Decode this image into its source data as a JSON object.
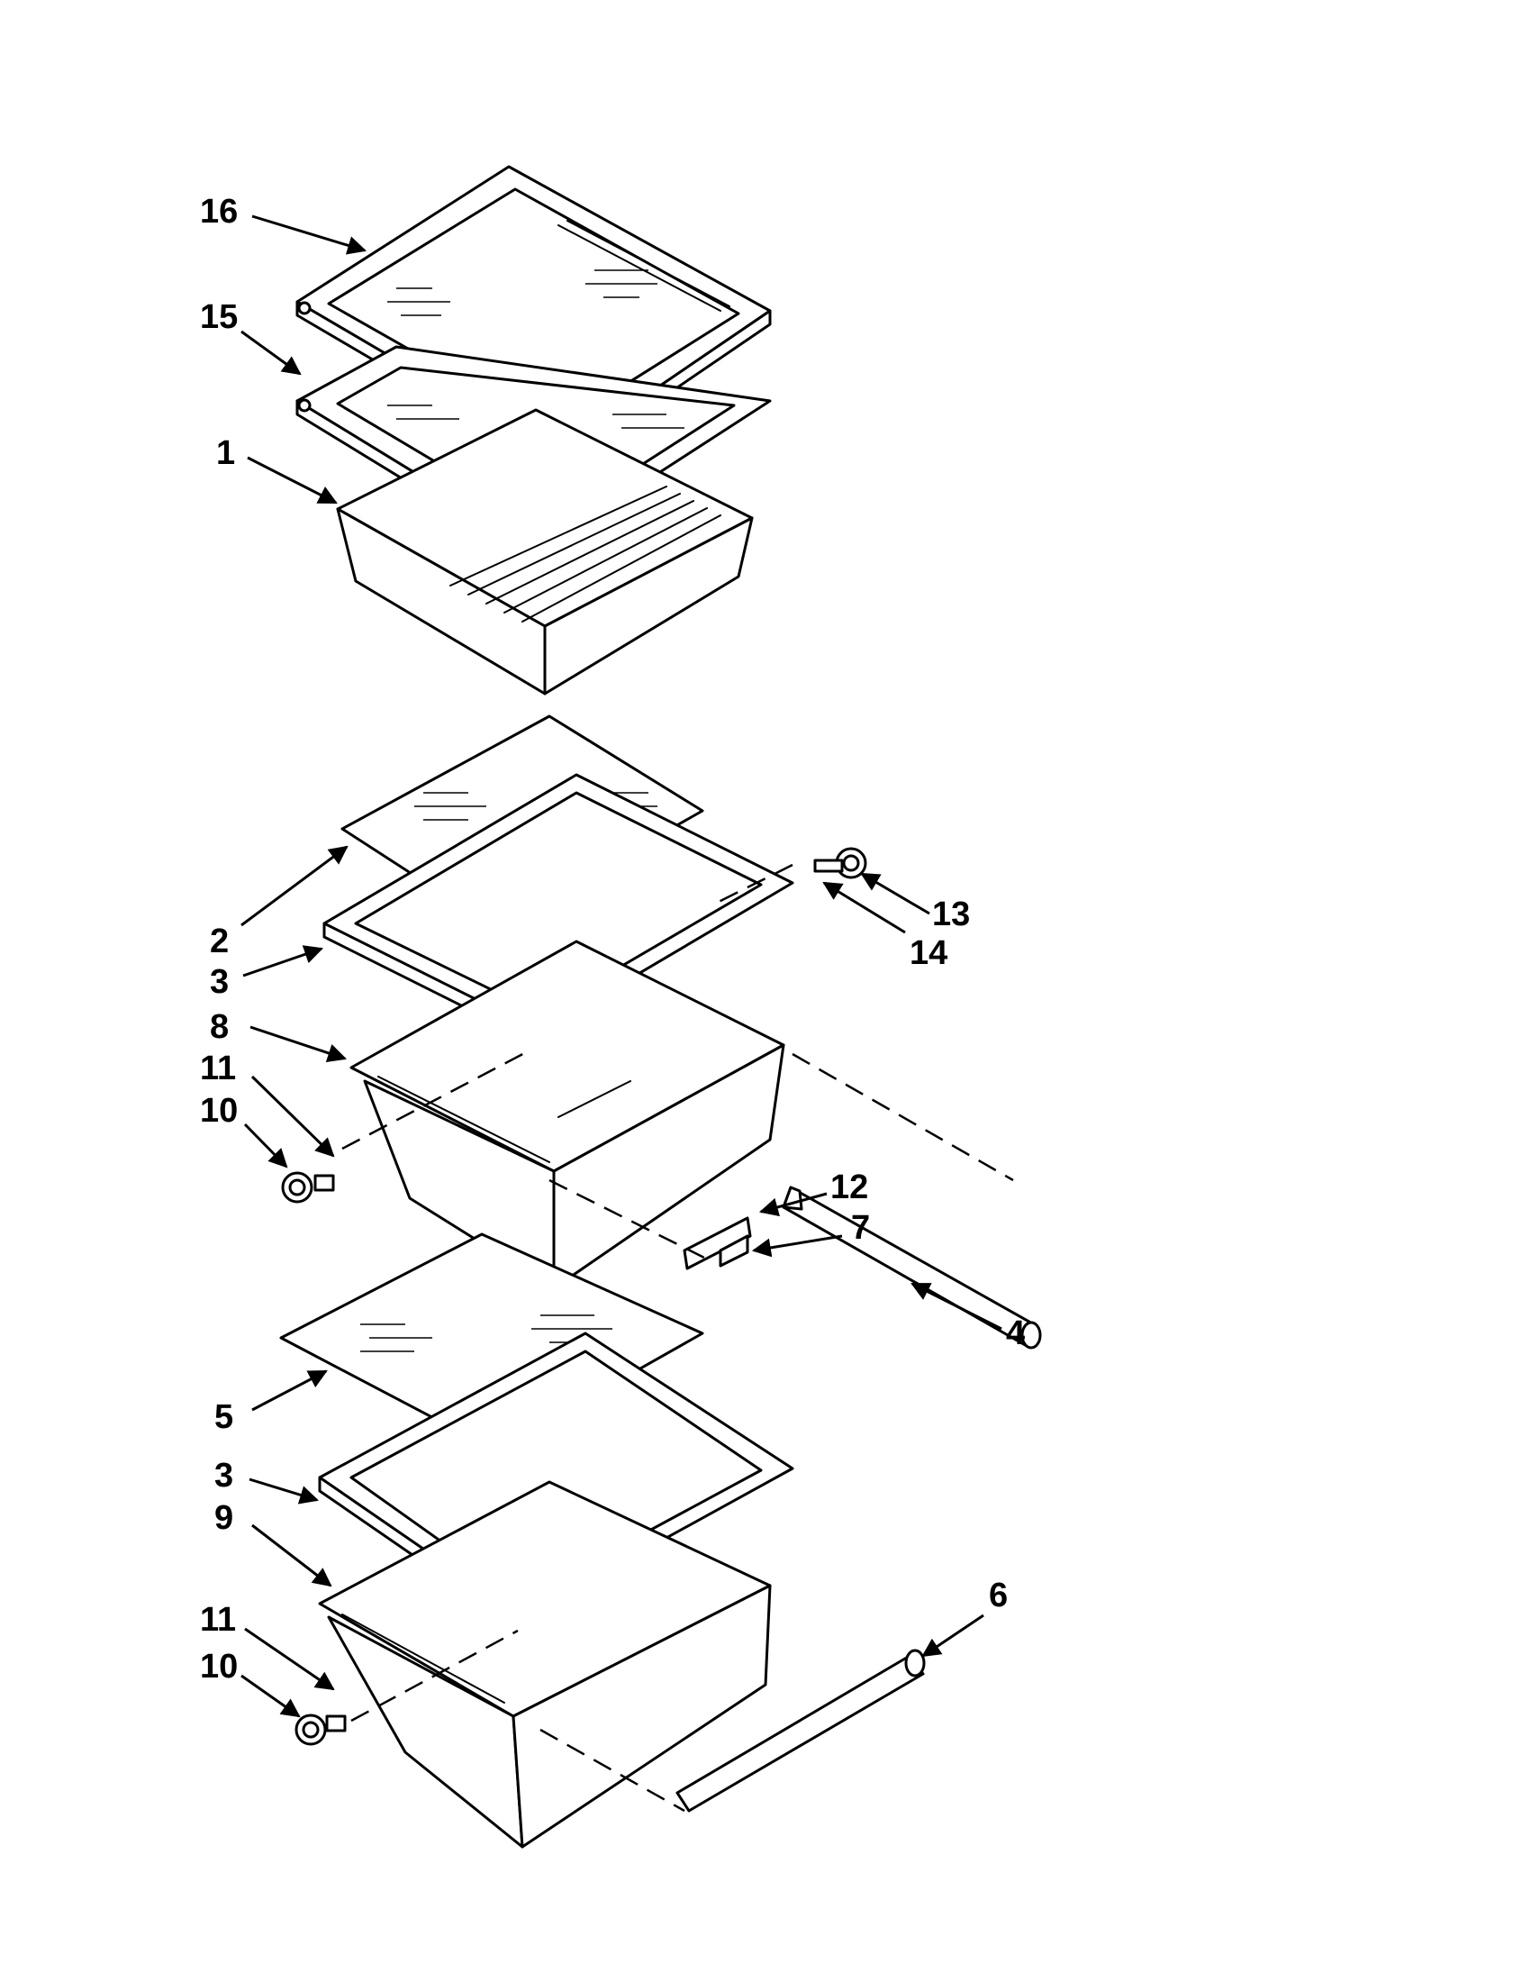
{
  "callouts": {
    "c16": "16",
    "c15": "15",
    "c1": "1",
    "c2": "2",
    "c3a": "3",
    "c8": "8",
    "c11a": "11",
    "c10a": "10",
    "c13": "13",
    "c14": "14",
    "c12": "12",
    "c7": "7",
    "c4": "4",
    "c5": "5",
    "c3b": "3",
    "c9": "9",
    "c11b": "11",
    "c10b": "10",
    "c6": "6"
  }
}
